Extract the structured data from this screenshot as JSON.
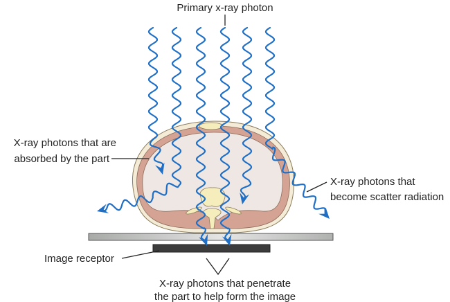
{
  "labels": {
    "primary": "Primary x-ray photon",
    "absorbed_line1": "X-ray photons that are",
    "absorbed_line2": "absorbed by the part",
    "scatter_line1": "X-ray photons that",
    "scatter_line2": "become scatter radiation",
    "receptor": "Image receptor",
    "penetrate_line1": "X-ray photons that penetrate",
    "penetrate_line2": "the part to help form the image"
  },
  "colors": {
    "photon": "#1f6fc6",
    "skin": "#f4ecd6",
    "muscle": "#d4a394",
    "interior": "#efe7e3",
    "bone": "#f6edbd",
    "table": "#b9bbb9",
    "receptor": "#3c3c3c"
  }
}
